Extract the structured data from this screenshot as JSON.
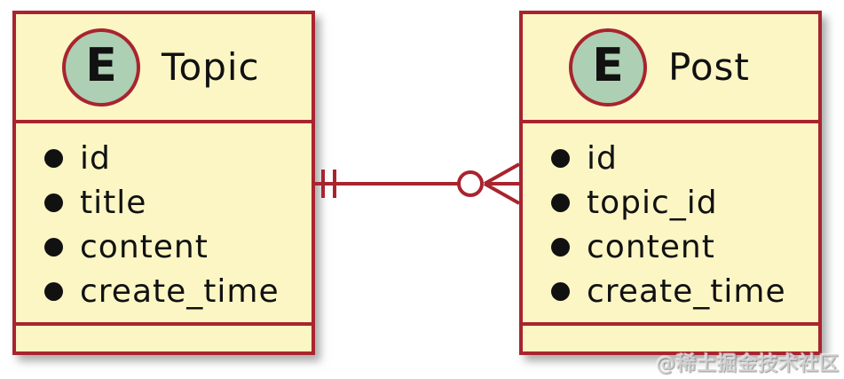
{
  "diagram": {
    "type": "entity-relationship",
    "entities": [
      {
        "name": "Topic",
        "stereotype_letter": "E",
        "attributes": [
          "id",
          "title",
          "content",
          "create_time"
        ]
      },
      {
        "name": "Post",
        "stereotype_letter": "E",
        "attributes": [
          "id",
          "topic_id",
          "content",
          "create_time"
        ]
      }
    ],
    "relationship": {
      "from": "Topic",
      "to": "Post",
      "from_cardinality": "exactly-one (||)",
      "to_cardinality": "zero-or-many (o<)"
    },
    "watermark": "@稀土掘金技术社区",
    "colors": {
      "entity_background": "#FBF6C4",
      "line_red": "#A8242F",
      "spot_background": "#ADCFB3",
      "text": "#111111",
      "page_background": "#FFFFFF"
    }
  }
}
